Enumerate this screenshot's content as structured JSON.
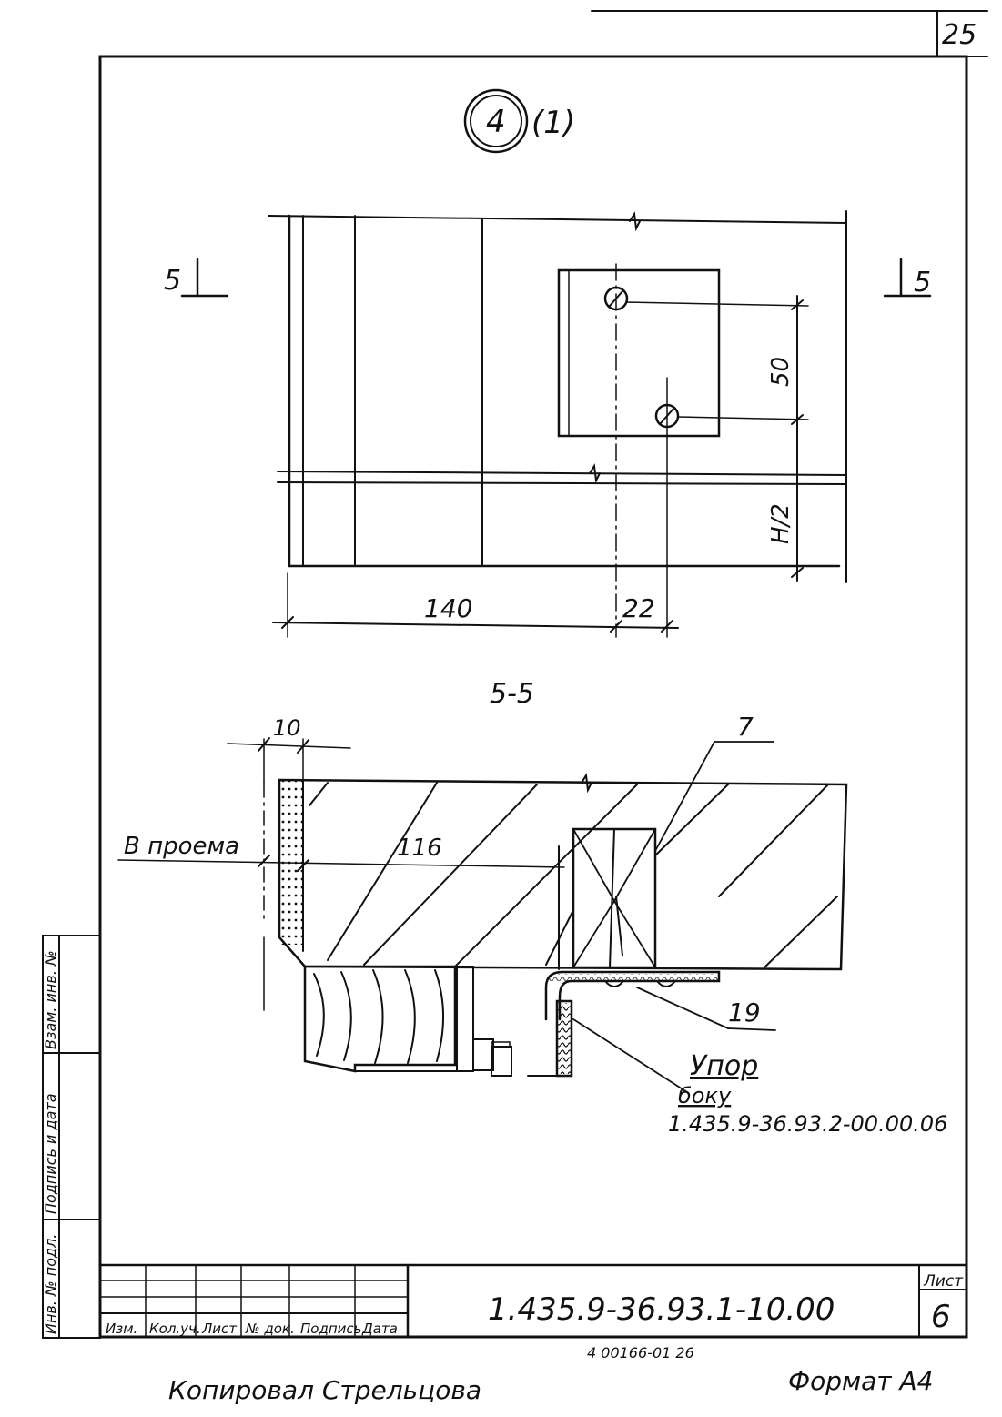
{
  "sheet_page_number": "25",
  "detail_marker": {
    "number": "4",
    "reference": "(1)"
  },
  "plan_view": {
    "section_mark_left": "5",
    "section_mark_right": "5",
    "dim_vertical_top": "50",
    "dim_vertical_bottom": "H/2",
    "dim_horizontal_left": "140",
    "dim_horizontal_right": "22"
  },
  "section_view": {
    "title": "5-5",
    "dim_top": "10",
    "label_opening": "В проема",
    "dim_116": "116",
    "callout_7": "7",
    "callout_19": "19",
    "stop_title": "Упор",
    "stop_subtitle": "боку",
    "stop_code": "1.435.9-36.93.2-00.00.06"
  },
  "left_margin_stamp": {
    "cells": [
      "Взам. инв. №",
      "Подпись и дата",
      "Инв. № подл."
    ]
  },
  "title_block": {
    "column_headers": [
      "Изм.",
      "Кол.уч.",
      "Лист",
      "№ док.",
      "Подпись",
      "Дата"
    ],
    "document_code": "1.435.9-36.93.1-10.00",
    "sheet_label": "Лист",
    "sheet_number": "6"
  },
  "footer": {
    "archive_number": "4 00166-01 26",
    "copied_by": "Копировал Стрельцова",
    "format": "Формат А4"
  }
}
